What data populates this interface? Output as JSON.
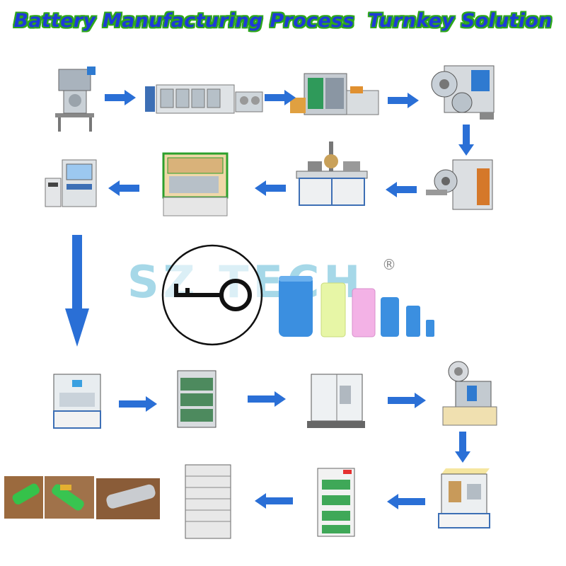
{
  "title": {
    "part1": "Battery Manufacturing Process",
    "part2": "Turnkey Solution"
  },
  "colors": {
    "title_fill": "#1e3bd6",
    "title_outline": "#2ea81a",
    "arrow": "#2a6fd6",
    "watermark": "#5fb9d6"
  },
  "logo": {
    "watermark_text": "SZ TECH",
    "registered_mark": "®"
  },
  "icons": [
    "key-icon",
    "battery-icon"
  ],
  "batteries": [
    {
      "color": "#3b8fe0"
    },
    {
      "color": "#e7f6a6"
    },
    {
      "color": "#f3b2e6"
    },
    {
      "color": "#3b8fe0"
    },
    {
      "color": "#3b8fe0"
    },
    {
      "color": "#3b8fe0"
    }
  ],
  "process_steps": 15
}
